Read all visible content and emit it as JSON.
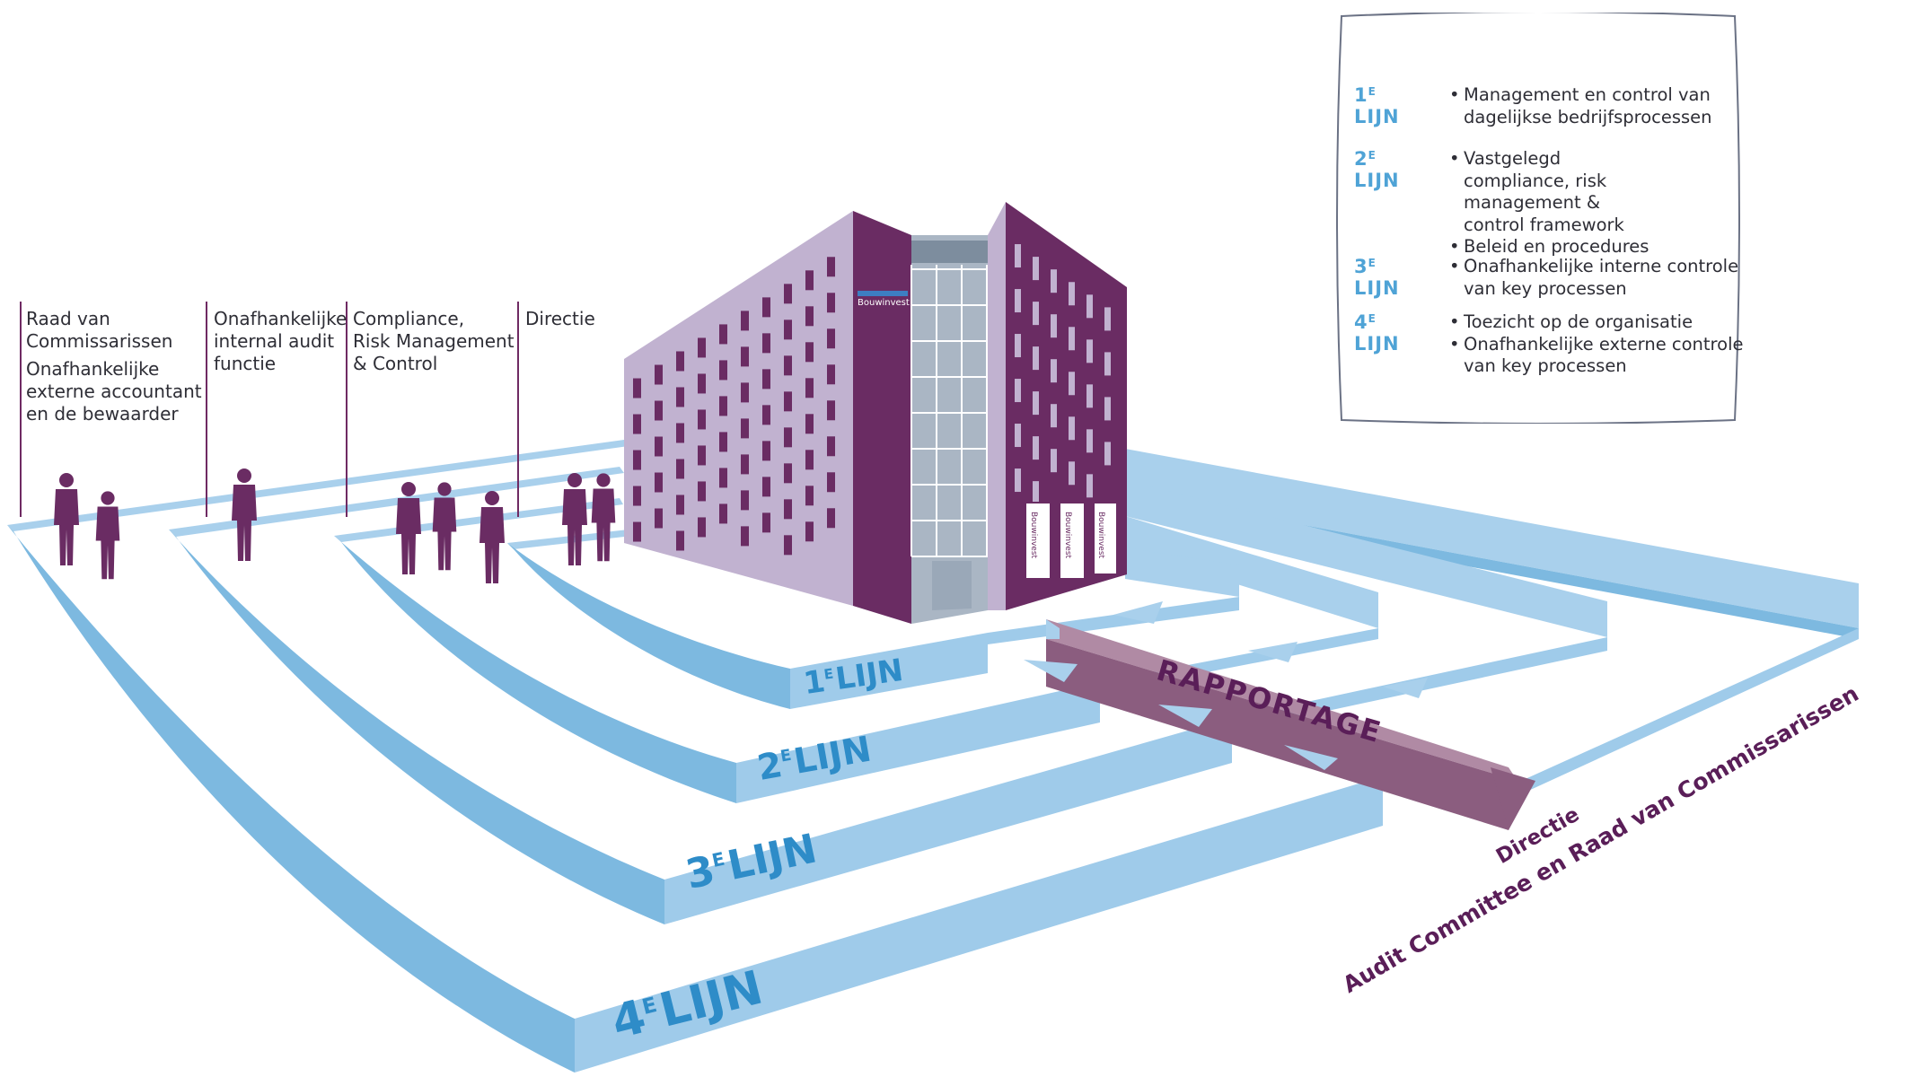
{
  "building": {
    "logo_text": "Bouwinvest",
    "banner_texts": [
      "Bouwinvest",
      "Bouwinvest",
      "Bouwinvest"
    ]
  },
  "columns": [
    {
      "label_lines": [
        "Raad van",
        "Commissarissen"
      ],
      "extra_lines": [
        "Onafhankelijke",
        "externe accountant",
        "en de bewaarder"
      ]
    },
    {
      "label_lines": [
        "Onafhankelijke",
        "internal audit",
        "functie"
      ],
      "extra_lines": []
    },
    {
      "label_lines": [
        "Compliance,",
        "Risk Management",
        "& Control"
      ],
      "extra_lines": []
    },
    {
      "label_lines": [
        "Directie"
      ],
      "extra_lines": []
    }
  ],
  "legend": [
    {
      "num": "1",
      "sup": "E",
      "word": "LIJN",
      "bullets": [
        "Management en control van dagelijkse bedrijfsprocessen"
      ]
    },
    {
      "num": "2",
      "sup": "E",
      "word": "LIJN",
      "bullets": [
        "Vastgelegd compliance, risk management & control framework",
        "Beleid en procedures"
      ]
    },
    {
      "num": "3",
      "sup": "E",
      "word": "LIJN",
      "bullets": [
        "Onafhankelijke interne controle van key processen"
      ]
    },
    {
      "num": "4",
      "sup": "E",
      "word": "LIJN",
      "bullets": [
        "Toezicht op de organisatie",
        "Onafhankelijke externe controle van key processen"
      ]
    }
  ],
  "lines": [
    {
      "num": "1",
      "sup": "E",
      "word": "LIJN"
    },
    {
      "num": "2",
      "sup": "E",
      "word": "LIJN"
    },
    {
      "num": "3",
      "sup": "E",
      "word": "LIJN"
    },
    {
      "num": "4",
      "sup": "E",
      "word": "LIJN"
    }
  ],
  "reporting": {
    "label": "RAPPORTAGE",
    "target_1": "Directie",
    "target_2": "Audit Committee en Raad van Commissarissen"
  },
  "colors": {
    "wall_top": "#a9d0ec",
    "wall_front": "#7db9e0",
    "wall_side": "#9fcbea",
    "building_dark": "#6a2c63",
    "building_light": "#c1b2d0",
    "reporting_band": "#b08aa4",
    "figures": "#6a2c63",
    "line_label": "#2e8cc8",
    "legend_key": "#4fa3d6",
    "target_text": "#5a1e58"
  }
}
